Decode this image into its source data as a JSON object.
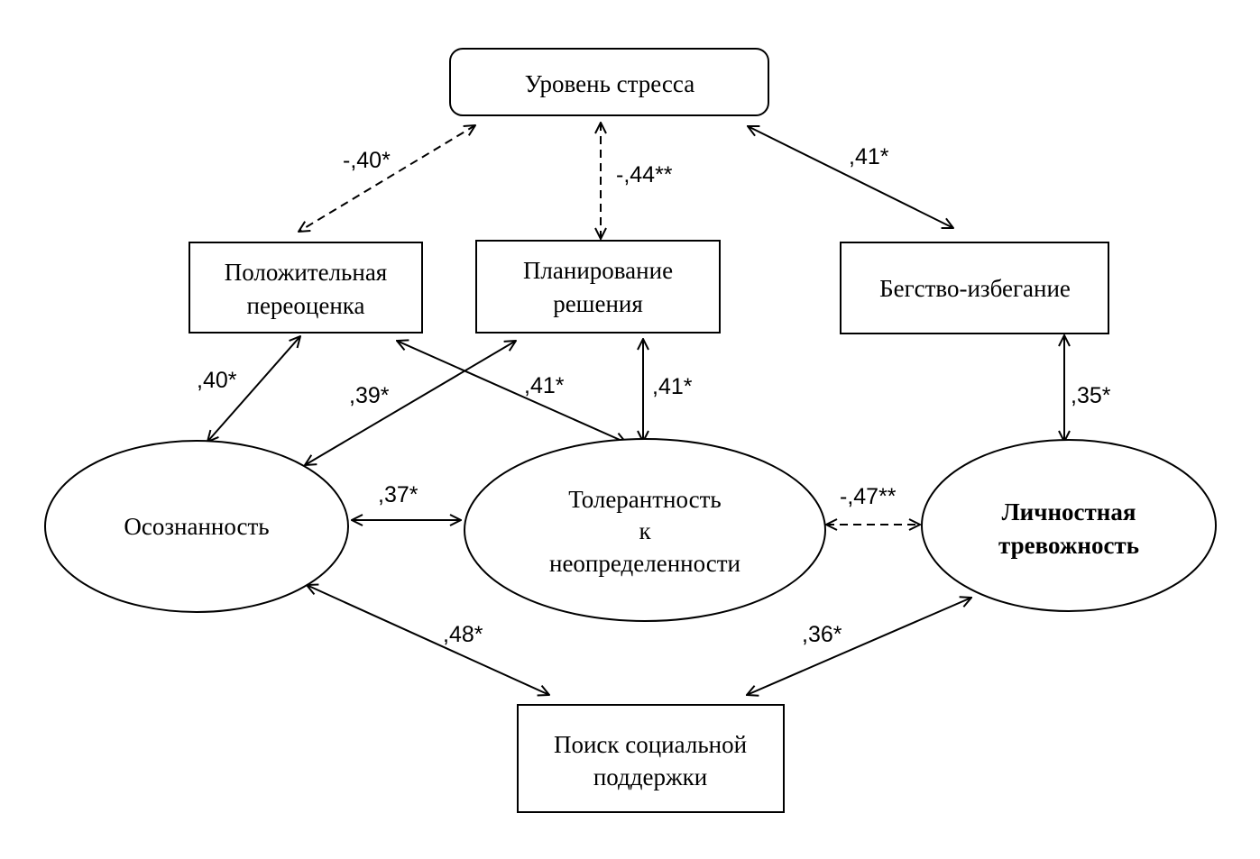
{
  "nodes": {
    "stress": {
      "lines": [
        "Уровень стресса"
      ]
    },
    "reappraisal": {
      "lines": [
        "Положительная",
        "переоценка"
      ]
    },
    "planning": {
      "lines": [
        "Планирование",
        "решения"
      ]
    },
    "escape": {
      "lines": [
        "Бегство-избегание"
      ]
    },
    "mindfulness": {
      "lines": [
        "Осознанность"
      ]
    },
    "tolerance": {
      "lines": [
        "Толерантность",
        "к",
        "неопределенности"
      ]
    },
    "anxiety": {
      "lines": [
        "Личностная",
        "тревожность"
      ]
    },
    "support": {
      "lines": [
        "Поиск социальной",
        "поддержки"
      ]
    }
  },
  "edges": [
    {
      "from": "stress",
      "to": "reappraisal",
      "label": "-,40*",
      "dashed": true
    },
    {
      "from": "stress",
      "to": "planning",
      "label": "-,44**",
      "dashed": true
    },
    {
      "from": "stress",
      "to": "escape",
      "label": ",41*",
      "dashed": false
    },
    {
      "from": "reappraisal",
      "to": "mindfulness",
      "label": ",40*",
      "dashed": false
    },
    {
      "from": "planning",
      "to": "mindfulness",
      "label": ",39*",
      "dashed": false
    },
    {
      "from": "reappraisal",
      "to": "tolerance",
      "label": ",41*",
      "dashed": false
    },
    {
      "from": "planning",
      "to": "tolerance",
      "label": ",41*",
      "dashed": false
    },
    {
      "from": "escape",
      "to": "anxiety",
      "label": ",35*",
      "dashed": false
    },
    {
      "from": "mindfulness",
      "to": "tolerance",
      "label": ",37*",
      "dashed": false
    },
    {
      "from": "tolerance",
      "to": "anxiety",
      "label": "-,47**",
      "dashed": true
    },
    {
      "from": "mindfulness",
      "to": "support",
      "label": ",48*",
      "dashed": false
    },
    {
      "from": "anxiety",
      "to": "support",
      "label": ",36*",
      "dashed": false
    }
  ]
}
